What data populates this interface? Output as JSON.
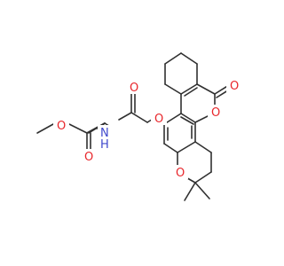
{
  "molecule": {
    "atom_labels": {
      "o_ester_methoxy": "O",
      "o_ester_carbonyl": "O",
      "n_amide": "N",
      "h_amide": "H",
      "o_amide_carbonyl": "O",
      "o_ether": "O",
      "o_lactone_carbonyl": "O",
      "o_lactone_ring": "O",
      "o_pyran_ring": "O"
    },
    "colors": {
      "bond": "#303030",
      "oxygen": "#e8262b",
      "nitrogen": "#3f48cc",
      "background": "#ffffff"
    }
  }
}
